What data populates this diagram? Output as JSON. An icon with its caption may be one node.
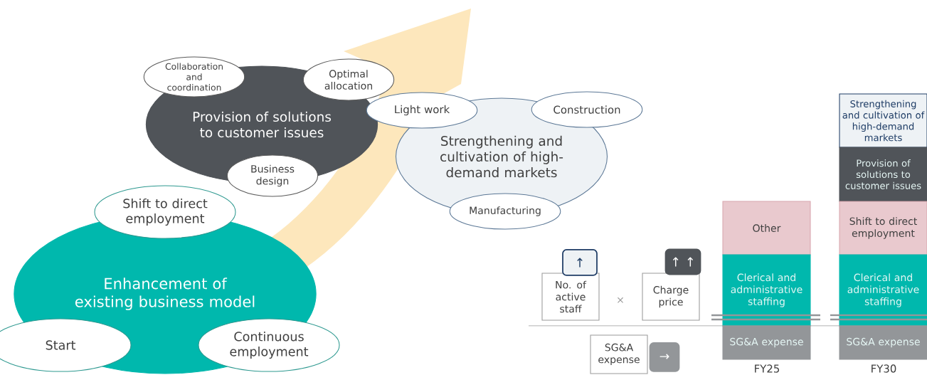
{
  "diagram": {
    "nodes": [
      {
        "text": [
          "Provision of solutions to customer issues"
        ]
      },
      {
        "text": [
          "Collaboration and coordination"
        ]
      },
      {
        "text": [
          "Optimal allocation"
        ]
      },
      {
        "text": [
          "Business design"
        ]
      },
      {
        "text": [
          "Strengthening and cultivation of high-demand markets"
        ]
      },
      {
        "text": [
          "Light work"
        ]
      },
      {
        "text": [
          "Construction"
        ]
      },
      {
        "text": [
          "Manufacturing"
        ]
      },
      {
        "text": [
          "Enhancement of existing business model"
        ]
      },
      {
        "text": [
          "Shift to direct employment"
        ]
      },
      {
        "text": [
          "Start"
        ]
      },
      {
        "text": [
          "Continuous employment"
        ]
      },
      {
        "text": [
          "No. of active staff"
        ]
      },
      {
        "text": [
          "Charge price"
        ]
      },
      {
        "text": [
          "SG&A expense"
        ]
      },
      {
        "text": [
          "↑"
        ]
      },
      {
        "text": [
          "↑ ↑"
        ]
      },
      {
        "text": [
          "→"
        ]
      },
      {
        "text": [
          "Other"
        ]
      },
      {
        "text": [
          "Clerical and administrative staffing"
        ]
      },
      {
        "text": [
          "SG&A expense"
        ]
      },
      {
        "text": [
          "Strengthening and cultivation of high-demand markets"
        ]
      },
      {
        "text": [
          "Provision of solutions to customer issues"
        ]
      },
      {
        "text": [
          "Shift to direct employment"
        ]
      },
      {
        "text": [
          "Clerical and administrative staffing"
        ]
      },
      {
        "text": [
          "SG&A expense"
        ]
      }
    ],
    "labels": [
      "×",
      "FY25",
      "FY30"
    ]
  }
}
